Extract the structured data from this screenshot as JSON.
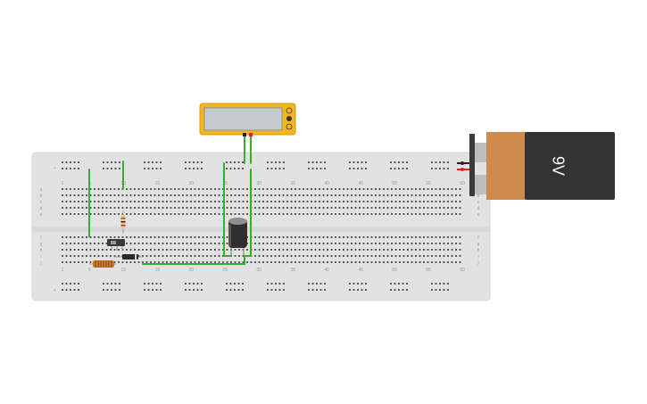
{
  "breadboard": {
    "column_numbers": [
      "1",
      "5",
      "10",
      "15",
      "20",
      "25",
      "30",
      "35",
      "40",
      "45",
      "50",
      "55",
      "60"
    ],
    "row_letters_top": [
      "a",
      "b",
      "c",
      "d",
      "e"
    ],
    "row_letters_bottom": [
      "f",
      "g",
      "h",
      "i",
      "j"
    ],
    "rail_signs_top": [
      "+",
      "−"
    ],
    "rail_signs_bottom": [
      "+",
      "−"
    ]
  },
  "battery": {
    "label": "9V",
    "body_color": "#333333",
    "cap_color": "#cf8a4e"
  },
  "multimeter": {
    "body_color": "#f3b61f",
    "display_color": "#c4ccd0"
  },
  "wire_color": "#33b02e",
  "accent_red": "#e02020",
  "breadboard_color": "#e0e0e0"
}
